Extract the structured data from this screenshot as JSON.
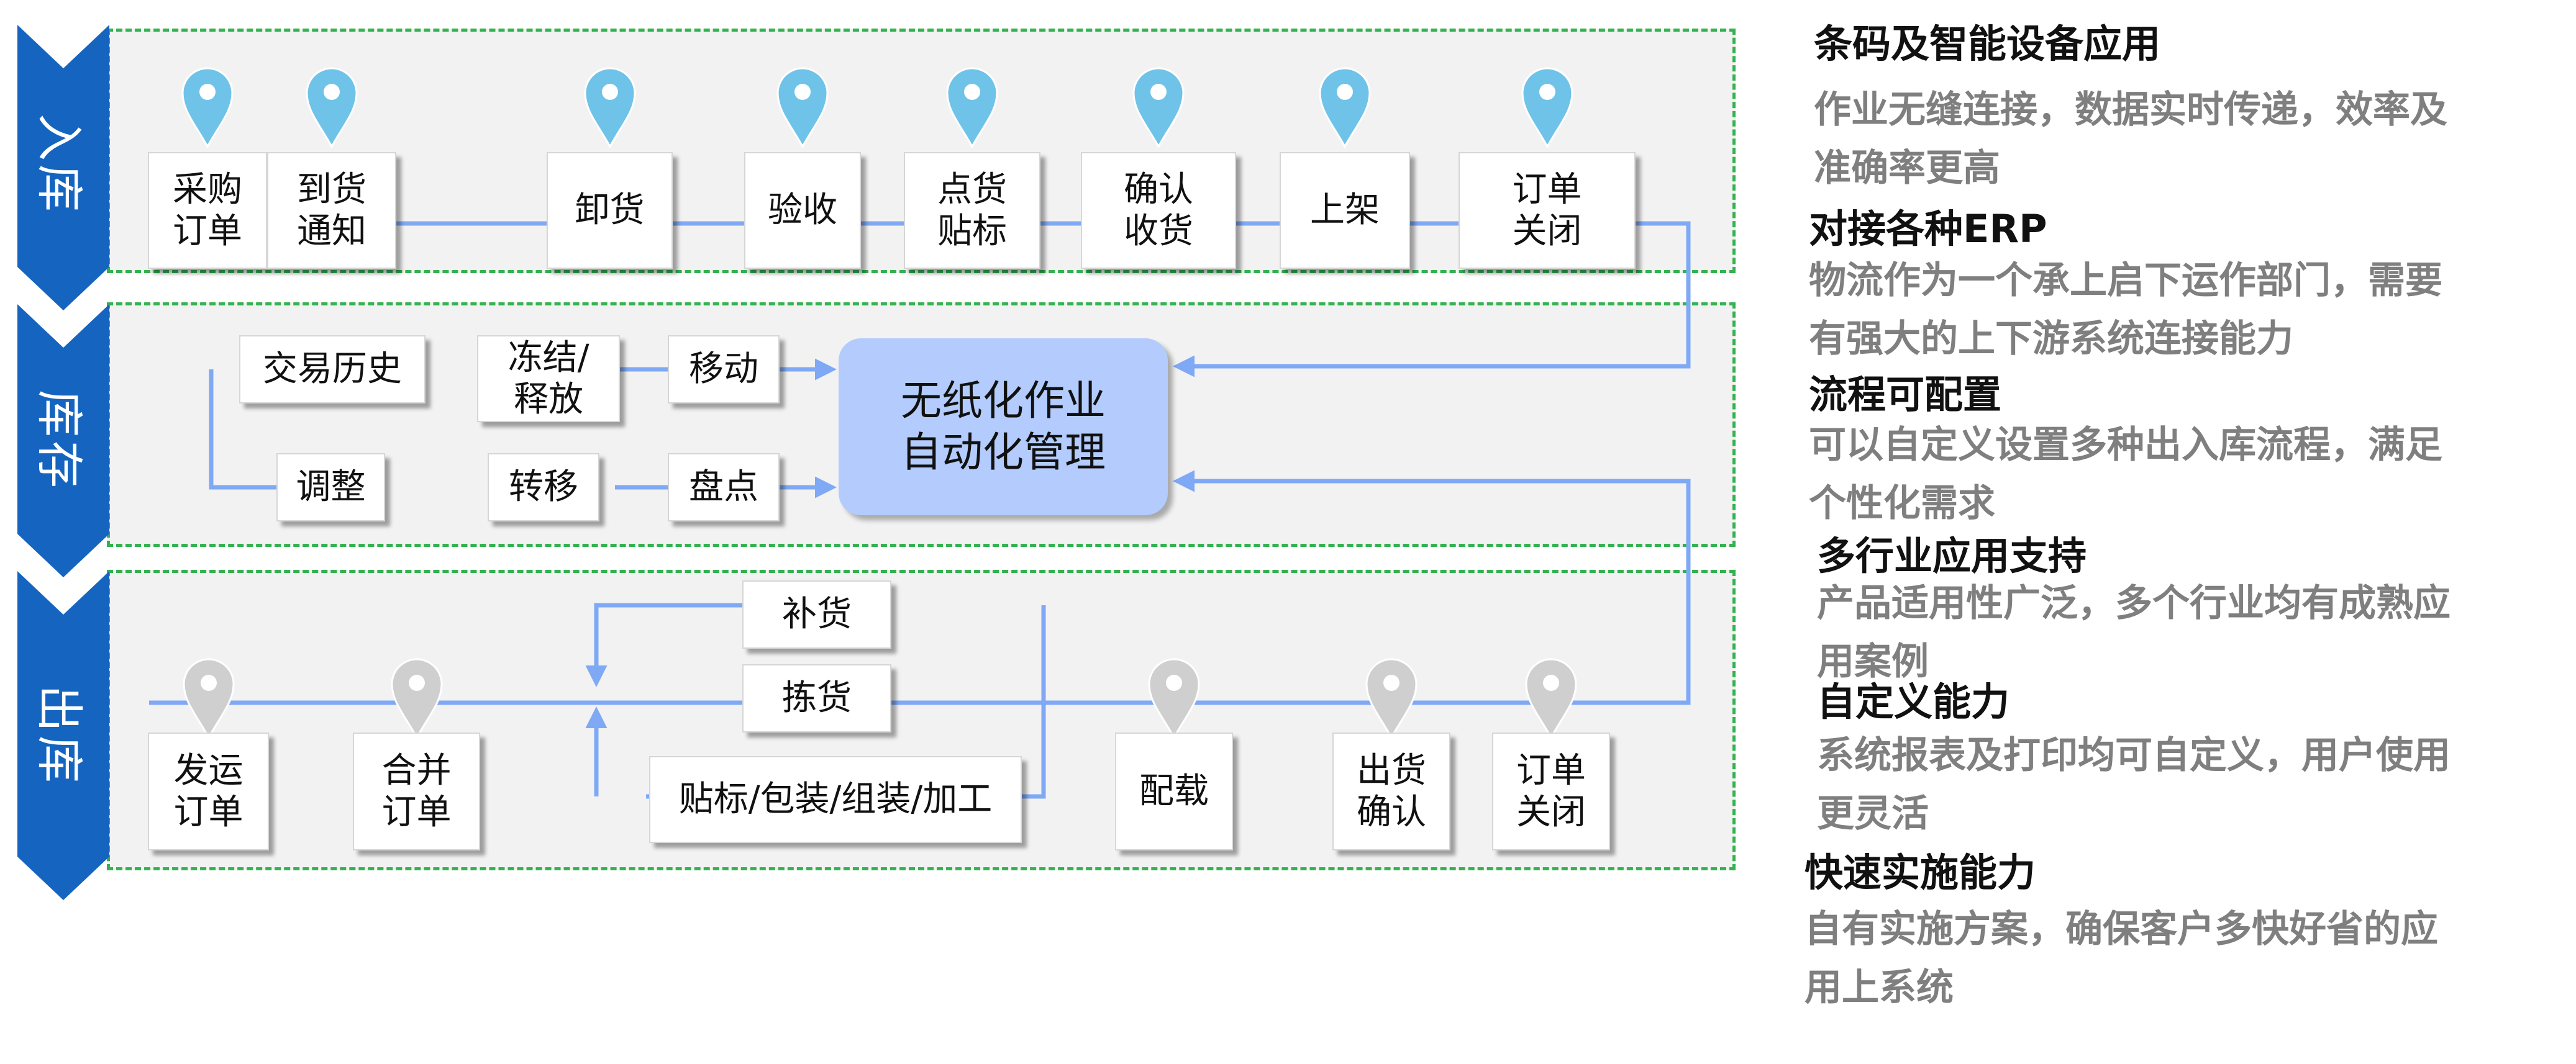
{
  "diagram": {
    "sections": [
      {
        "id": "inbound",
        "label": "入库"
      },
      {
        "id": "stock",
        "label": "库存"
      },
      {
        "id": "outbound",
        "label": "出库"
      }
    ],
    "inbound_steps": [
      "采购\n订单",
      "到货\n通知",
      "卸货",
      "验收",
      "点货\n贴标",
      "确认\n收货",
      "上架",
      "订单\n关闭"
    ],
    "stock_ops": {
      "row1": [
        "交易历史",
        "冻结/\n释放",
        "移动"
      ],
      "row2": [
        "调整",
        "转移",
        "盘点"
      ]
    },
    "hub_label": "无纸化作业\n自动化管理",
    "outbound_steps": {
      "main": [
        "发运\n订单",
        "合并\n订单",
        "配载",
        "出货\n确认",
        "订单\n关闭"
      ],
      "branch": [
        "补货",
        "拣货",
        "贴标/包装/组装/加工"
      ]
    },
    "colors": {
      "tab": "#1565c0",
      "panel_border": "#33b24f",
      "line": "#7fa9f5",
      "pin_in": "#6fc3e8",
      "pin_out": "#cfcfcf",
      "hub": "#b3ccfd",
      "feature_desc": "#7f7f7f"
    }
  },
  "features": [
    {
      "title": "条码及智能设备应用",
      "desc": "作业无缝连接，数据实时传递，效率及准确率更高"
    },
    {
      "title": "对接各种ERP",
      "desc": "物流作为一个承上启下运作部门，需要有强大的上下游系统连接能力"
    },
    {
      "title": "流程可配置",
      "desc": "可以自定义设置多种出入库流程，满足个性化需求"
    },
    {
      "title": "多行业应用支持",
      "desc": "产品适用性广泛，多个行业均有成熟应用案例"
    },
    {
      "title": "自定义能力",
      "desc": "系统报表及打印均可自定义，用户使用更灵活"
    },
    {
      "title": "快速实施能力",
      "desc": "自有实施方案，确保客户多快好省的应用上系统"
    }
  ]
}
